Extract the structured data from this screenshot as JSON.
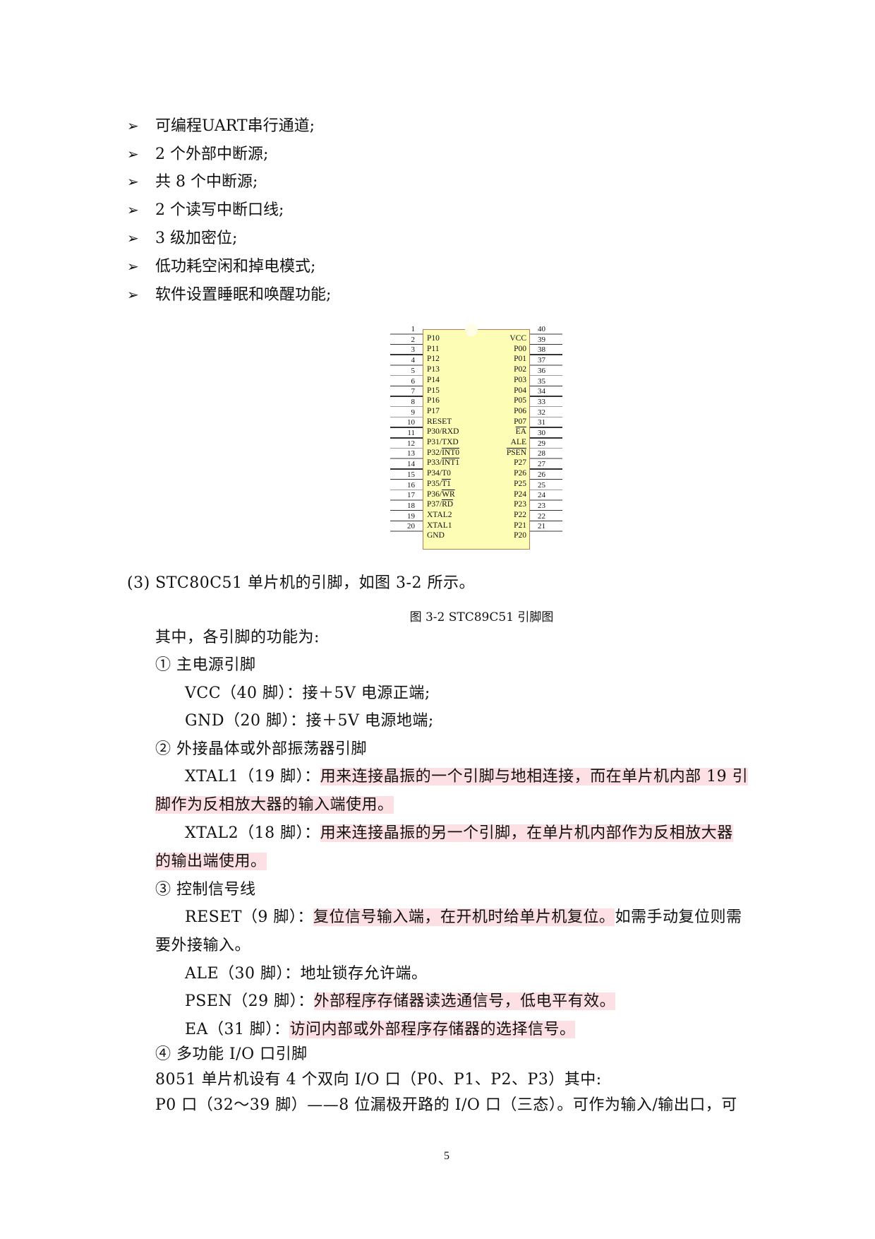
{
  "bullets": [
    "可编程UART串行通道;",
    "2 个外部中断源;",
    "共 8 个中断源;",
    "2 个读写中断口线;",
    "3 级加密位;",
    "低功耗空闲和掉电模式;",
    "软件设置睡眠和唤醒功能;"
  ],
  "bullet_icon": "arrow-bullet-icon",
  "chip": {
    "left_pins": [
      {
        "num": "1",
        "label": "P10"
      },
      {
        "num": "2",
        "label": "P11"
      },
      {
        "num": "3",
        "label": "P12"
      },
      {
        "num": "4",
        "label": "P13"
      },
      {
        "num": "5",
        "label": "P14"
      },
      {
        "num": "6",
        "label": "P15"
      },
      {
        "num": "7",
        "label": "P16"
      },
      {
        "num": "8",
        "label": "P17"
      },
      {
        "num": "9",
        "label": "RESET"
      },
      {
        "num": "10",
        "label": "P30/RXD"
      },
      {
        "num": "11",
        "label": "P31/TXD"
      },
      {
        "num": "12",
        "label": "P32/INT0"
      },
      {
        "num": "13",
        "label": "P33/INT1"
      },
      {
        "num": "14",
        "label": "P34/T0"
      },
      {
        "num": "15",
        "label": "P35/T1"
      },
      {
        "num": "16",
        "label": "P36/WR"
      },
      {
        "num": "17",
        "label": "P37/RD"
      },
      {
        "num": "18",
        "label": "XTAL2"
      },
      {
        "num": "19",
        "label": "XTAL1"
      },
      {
        "num": "20",
        "label": "GND"
      }
    ],
    "right_pins": [
      {
        "num": "40",
        "label": "VCC"
      },
      {
        "num": "39",
        "label": "P00"
      },
      {
        "num": "38",
        "label": "P01"
      },
      {
        "num": "37",
        "label": "P02"
      },
      {
        "num": "36",
        "label": "P03"
      },
      {
        "num": "35",
        "label": "P04"
      },
      {
        "num": "34",
        "label": "P05"
      },
      {
        "num": "33",
        "label": "P06"
      },
      {
        "num": "32",
        "label": "P07"
      },
      {
        "num": "31",
        "label": "EA"
      },
      {
        "num": "30",
        "label": "ALE"
      },
      {
        "num": "29",
        "label": "PSEN"
      },
      {
        "num": "28",
        "label": "P27"
      },
      {
        "num": "27",
        "label": "P26"
      },
      {
        "num": "26",
        "label": "P25"
      },
      {
        "num": "25",
        "label": "P24"
      },
      {
        "num": "24",
        "label": "P23"
      },
      {
        "num": "23",
        "label": "P22"
      },
      {
        "num": "22",
        "label": "P21"
      },
      {
        "num": "21",
        "label": "P20"
      }
    ],
    "colors": {
      "body": "#fdfdb6",
      "border": "#b77a5a",
      "line_dark": "#333333",
      "line_light": "#9a9a9a"
    }
  },
  "section3_intro": "(3) STC80C51 单片机的引脚，如图 3-2 所示。",
  "figure_caption": "图 3-2  STC89C51 引脚图",
  "intro": "其中，各引脚的功能为:",
  "sections": {
    "power": {
      "heading": "① 主电源引脚",
      "vcc": "VCC（40 脚）：接＋5V 电源正端;",
      "gnd": "GND（20 脚）：接＋5V 电源地端;"
    },
    "crystal": {
      "heading": "② 外接晶体或外部振荡器引脚",
      "xtal1_label": "XTAL1（19 脚）：",
      "xtal1_hl_line1": "用来连接晶振的一个引脚与地相连接，而在单片机内部 19 引",
      "xtal1_hl_line2": "脚作为反相放大器的输入端使用。",
      "xtal2_label": "XTAL2（18 脚）：",
      "xtal2_hl_line1": "用来连接晶振的另一个引脚，在单片机内部作为反相放大器",
      "xtal2_hl_line2": "的输出端使用。"
    },
    "control": {
      "heading": "③ 控制信号线",
      "reset_label": "RESET（9 脚）：",
      "reset_hl": "复位信号输入端，在开机时给单片机复位。",
      "reset_rest": "如需手动复位则需",
      "reset_line2": "要外接输入。",
      "ale": "ALE（30 脚）：地址锁存允许端。",
      "psen_label": "PSEN（29 脚）：",
      "psen_hl": "外部程序存储器读选通信号，低电平有效。",
      "ea_label": "EA（31 脚）：",
      "ea_hl": "访问内部或外部程序存储器的选择信号。"
    },
    "io": {
      "heading": "④ 多功能 I/O 口引脚",
      "line1": "8051 单片机设有 4 个双向 I/O 口（P0、P1、P2、P3）其中:",
      "line2": "P0 口（32～39 脚）——8 位漏极开路的 I/O 口（三态）。可作为输入/输出口，可"
    }
  },
  "highlight_color": "#fde0e4",
  "page_number": "5"
}
